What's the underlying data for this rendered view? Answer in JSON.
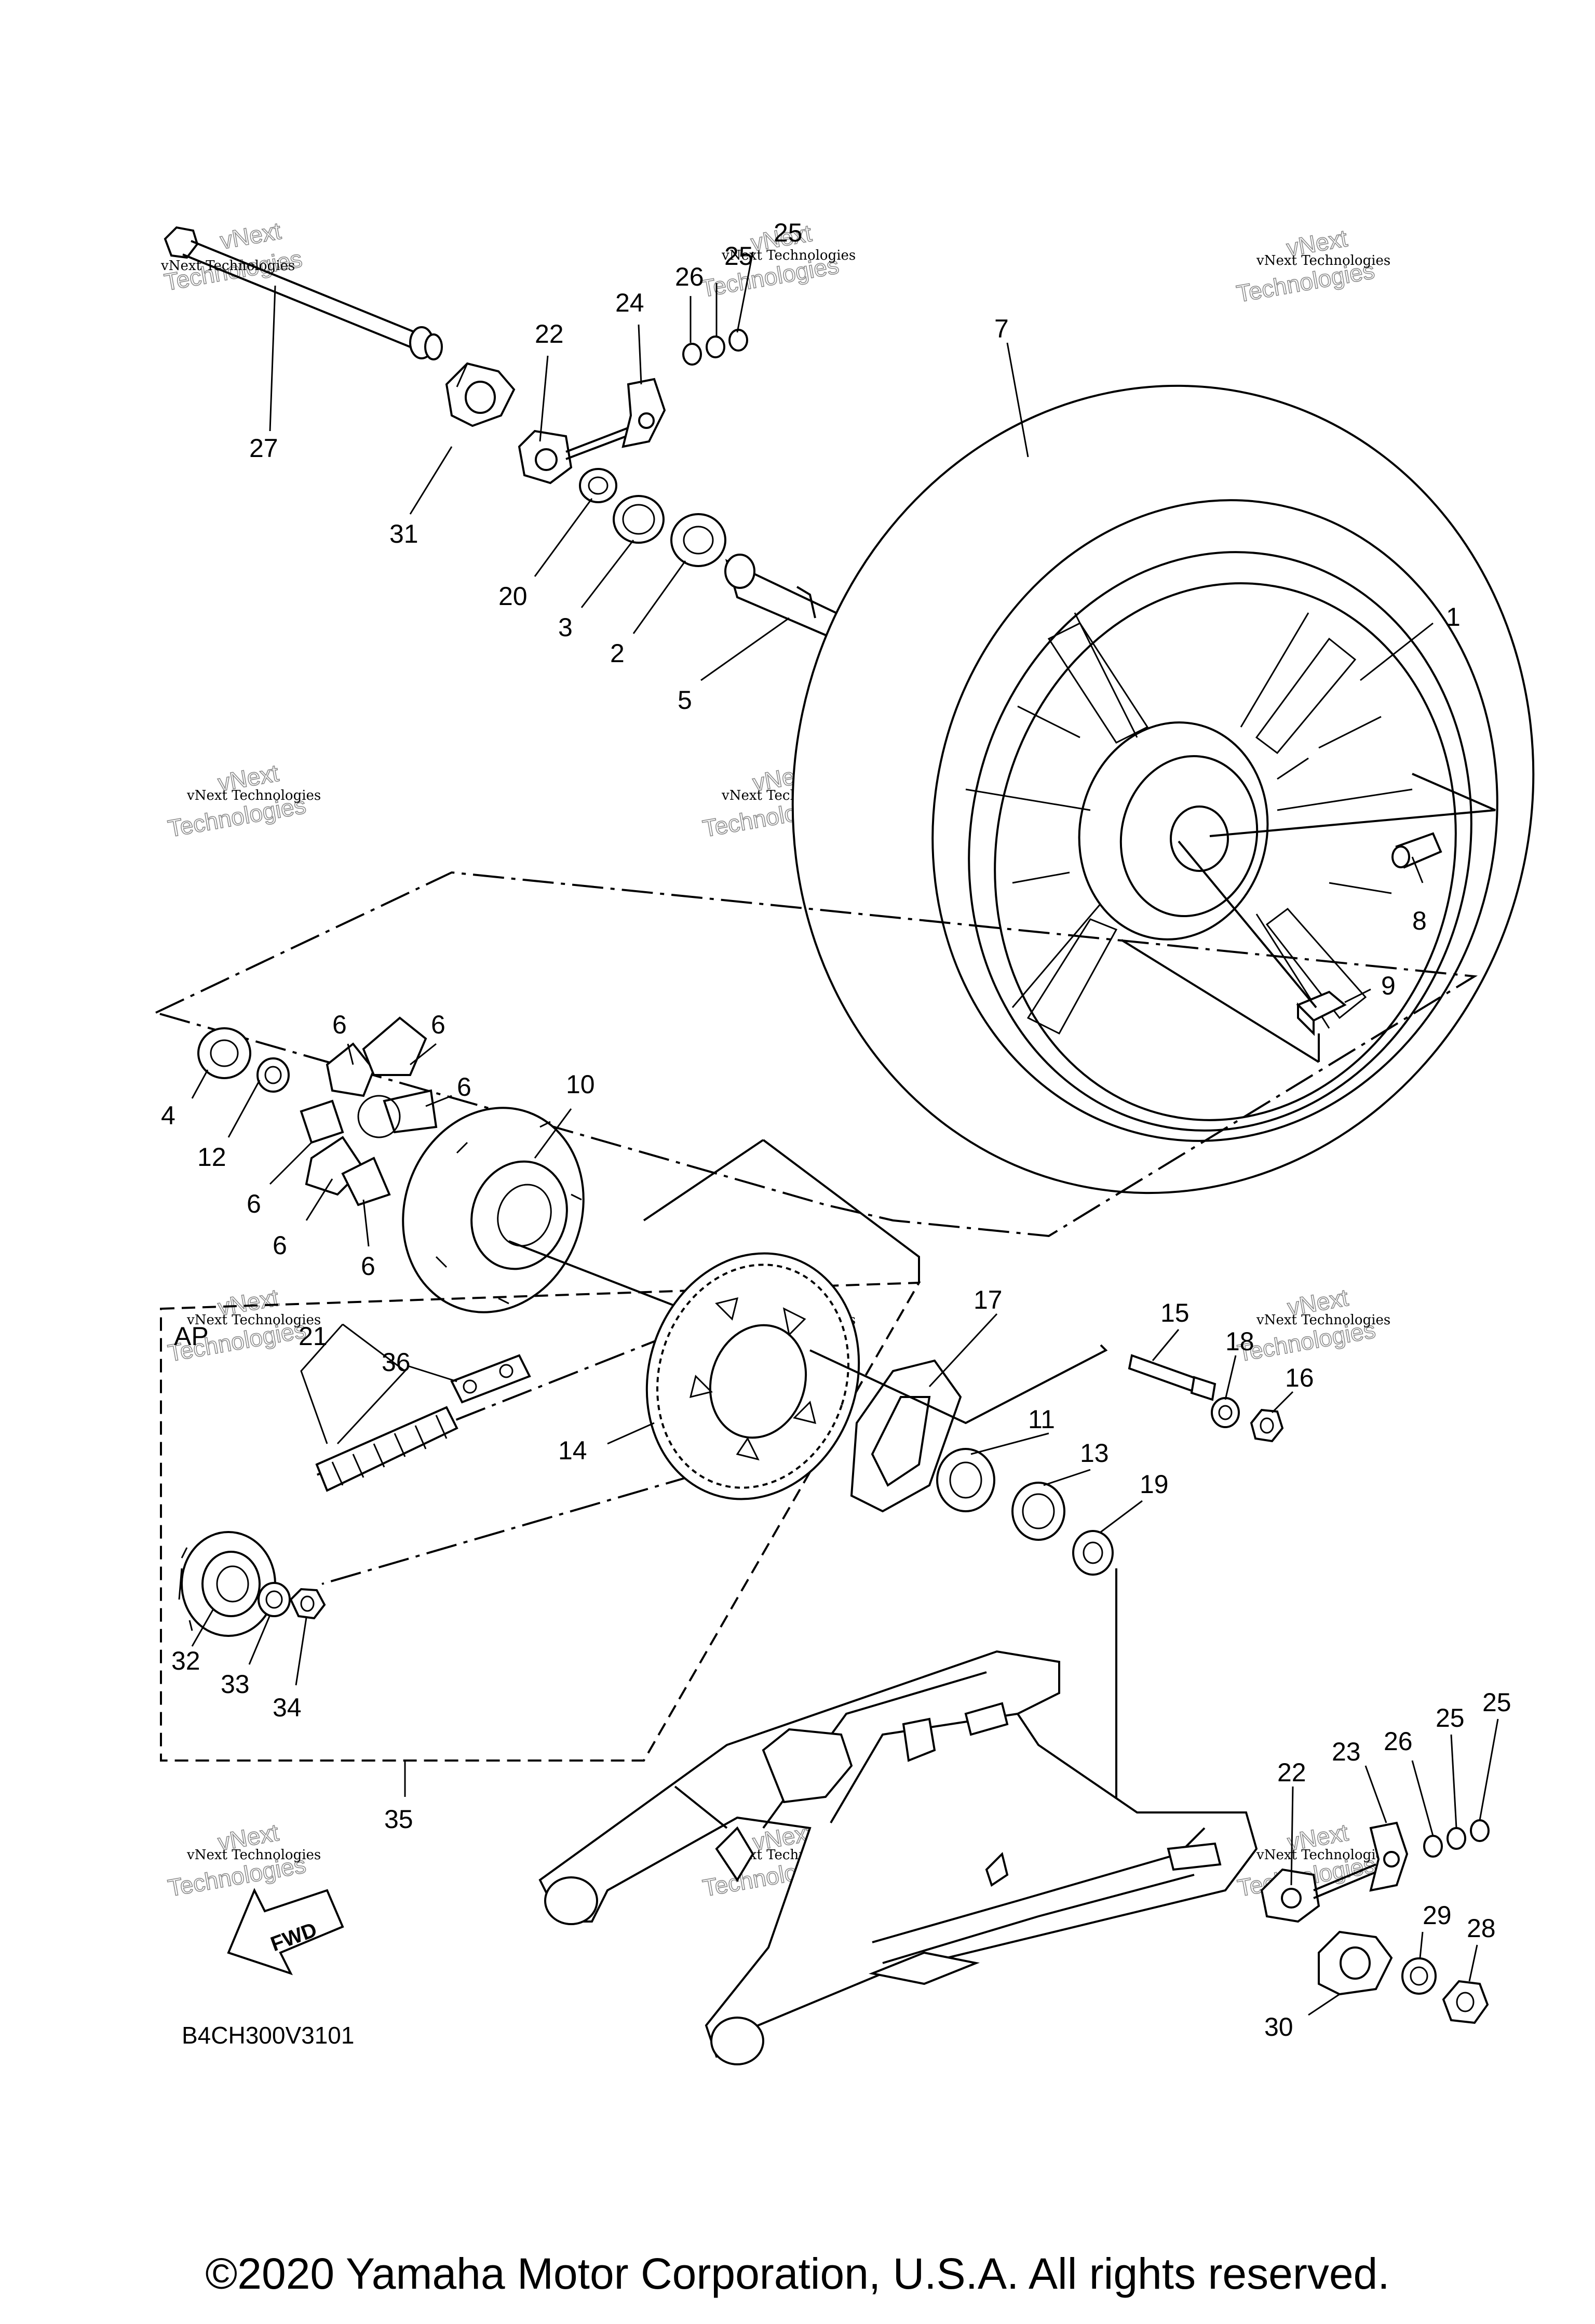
{
  "diagram": {
    "code": "B4CH300V3101",
    "ap_label": "AP",
    "fwd_label": "FWD",
    "copyright": "©2020 Yamaha Motor Corporation, U.S.A. All rights reserved.",
    "watermark_small": "vNext Technologies",
    "watermark_large": "Technologies",
    "watermark_top": "vNext"
  },
  "callouts": {
    "c27": "27",
    "c31": "31",
    "c22a": "22",
    "c24": "24",
    "c26a": "26",
    "c25a": "25",
    "c25b": "25",
    "c20": "20",
    "c3": "3",
    "c2": "2",
    "c5": "5",
    "c7": "7",
    "c1": "1",
    "c8": "8",
    "c9": "9",
    "c4": "4",
    "c12": "12",
    "c6a": "6",
    "c6b": "6",
    "c6c": "6",
    "c6d": "6",
    "c6e": "6",
    "c6f": "6",
    "c10": "10",
    "c21": "21",
    "c36": "36",
    "c14": "14",
    "c17": "17",
    "c15": "15",
    "c18": "18",
    "c16": "16",
    "c11": "11",
    "c13": "13",
    "c19": "19",
    "c32": "32",
    "c33": "33",
    "c34": "34",
    "c35": "35",
    "c22b": "22",
    "c23": "23",
    "c26b": "26",
    "c25c": "25",
    "c25d": "25",
    "c29": "29",
    "c28": "28",
    "c30": "30"
  }
}
